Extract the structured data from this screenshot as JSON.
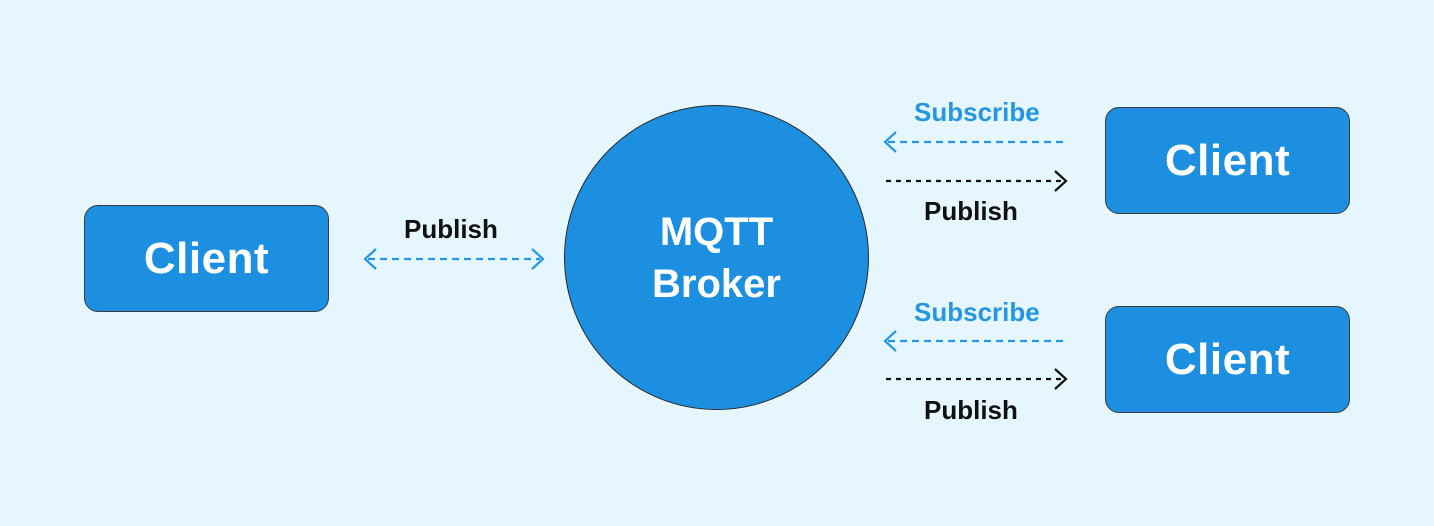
{
  "nodes": {
    "broker": {
      "line1": "MQTT",
      "line2": "Broker"
    },
    "client_left": {
      "label": "Client"
    },
    "client_top_right": {
      "label": "Client"
    },
    "client_bottom_right": {
      "label": "Client"
    }
  },
  "edges": {
    "left": {
      "label": "Publish",
      "color": "#2597e0",
      "direction": "bidirectional"
    },
    "top_subscribe": {
      "label": "Subscribe",
      "color": "#2597e0",
      "direction": "to-broker"
    },
    "top_publish": {
      "label": "Publish",
      "color": "#111111",
      "direction": "to-client"
    },
    "bottom_subscribe": {
      "label": "Subscribe",
      "color": "#2597e0",
      "direction": "to-broker"
    },
    "bottom_publish": {
      "label": "Publish",
      "color": "#111111",
      "direction": "to-client"
    }
  },
  "colors": {
    "background": "#e6f6fe",
    "node_fill": "#1c8fe0",
    "node_text": "#ffffff",
    "node_border": "#3b3b3b"
  }
}
